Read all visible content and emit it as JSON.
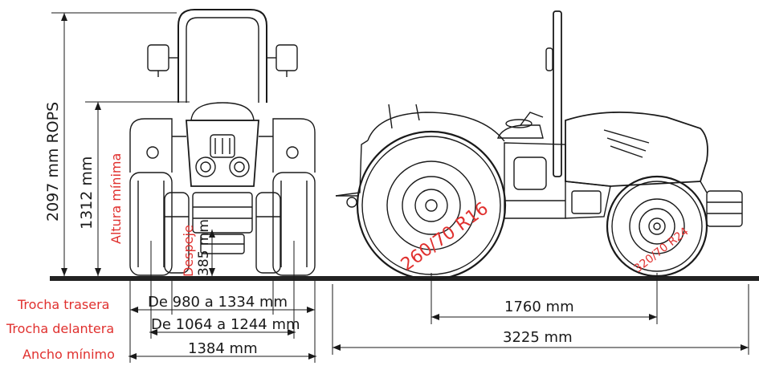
{
  "dimensions": {
    "rops_height": "2097 mm ROPS",
    "height": "1312 mm",
    "clearance": "385 mm",
    "rear_track": "De 980 a 1334 mm",
    "front_track": "De 1064 a 1244 mm",
    "min_width": "1384 mm",
    "wheelbase": "1760 mm",
    "length": "3225 mm"
  },
  "labels": {
    "min_height": "Altura mínima",
    "clearance": "Despeje",
    "rear_track": "Trocha trasera",
    "front_track": "Trocha delantera",
    "min_width": "Ancho mínimo"
  },
  "tyres": {
    "rear": "260/70 R16",
    "front": "320/70 R24"
  },
  "colors": {
    "accent": "#e0302e",
    "line": "#1a1a1a",
    "ground": "#222222"
  }
}
